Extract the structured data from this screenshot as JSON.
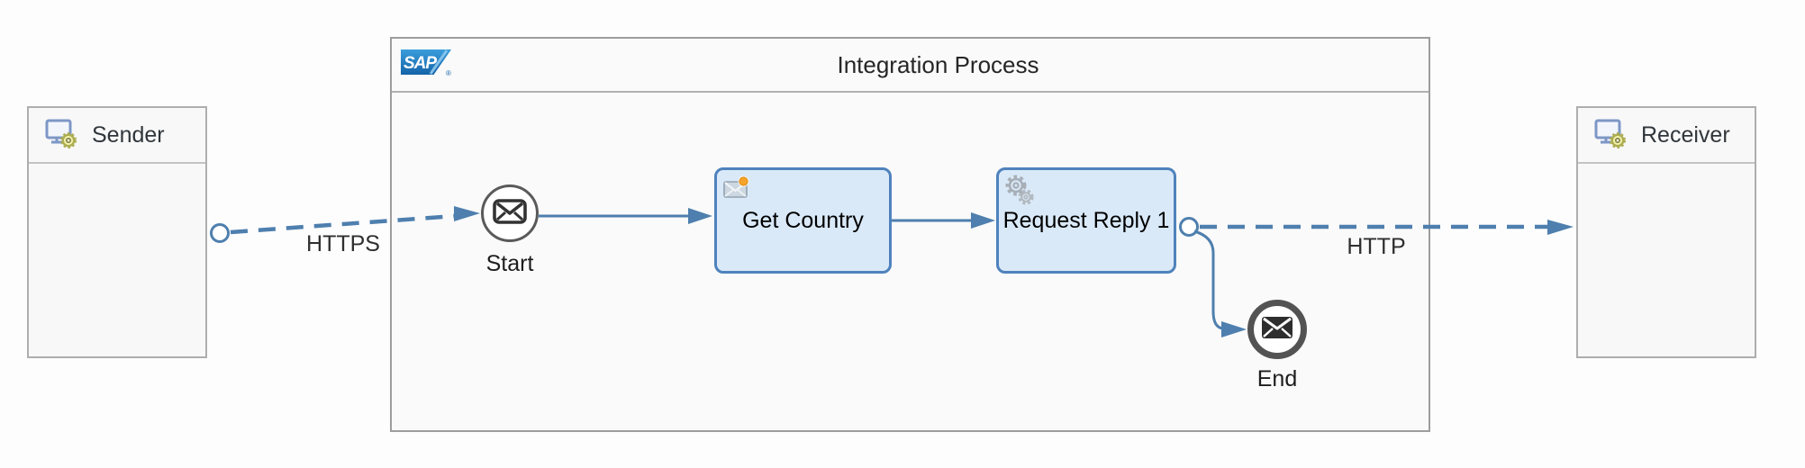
{
  "diagram": {
    "sender": {
      "label": "Sender",
      "icon": "system-icon"
    },
    "receiver": {
      "label": "Receiver",
      "icon": "system-icon"
    },
    "process": {
      "title": "Integration Process",
      "logo": "SAP",
      "logo_registered": "®"
    },
    "nodes": {
      "start": {
        "label": "Start",
        "type": "message-start-event",
        "icon": "envelope-message-icon"
      },
      "get_country": {
        "label": "Get Country",
        "type": "content-modifier-step",
        "icon": "content-modifier-icon"
      },
      "request_reply": {
        "label": "Request Reply 1",
        "type": "request-reply-step",
        "icon": "gears-icon"
      },
      "end": {
        "label": "End",
        "type": "message-end-event",
        "icon": "envelope-message-icon"
      }
    },
    "connections": {
      "https": {
        "label": "HTTPS",
        "style": "dashed",
        "from": "Sender",
        "to": "Start"
      },
      "flow1": {
        "label": "",
        "style": "solid",
        "from": "Start",
        "to": "Get Country"
      },
      "flow2": {
        "label": "",
        "style": "solid",
        "from": "Get Country",
        "to": "Request Reply 1"
      },
      "flow3": {
        "label": "",
        "style": "solid",
        "from": "Request Reply 1",
        "to": "End"
      },
      "http": {
        "label": "HTTP",
        "style": "dashed",
        "from": "Request Reply 1",
        "to": "Receiver"
      }
    },
    "colors": {
      "flow_blue": "#4e7fae",
      "task_fill": "#dae9f8",
      "task_border": "#4e82bc",
      "container_border": "#9d9d9d",
      "participant_border": "#aeaeae",
      "event_border": "#555555",
      "sap_logo_top": "#3a9ddc",
      "sap_logo_bottom": "#1563a8"
    }
  }
}
